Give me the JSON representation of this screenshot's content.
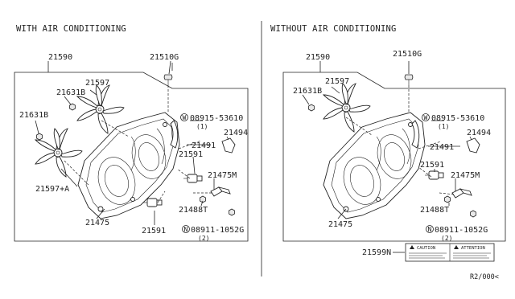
{
  "panels": {
    "left": {
      "heading": "WITH AIR CONDITIONING",
      "labels": {
        "p21590": "21590",
        "p21510G": "21510G",
        "p21597": "21597",
        "p21631B_a": "21631B",
        "p21631B_b": "21631B",
        "p08915": "08915-53610",
        "p08915_qty": "(1)",
        "p21491": "21491",
        "p21494": "21494",
        "p21591_a": "21591",
        "p21475M": "21475M",
        "p21597A": "21597+A",
        "p21488T": "21488T",
        "p21475": "21475",
        "p21591_b": "21591",
        "p08911": "08911-1052G",
        "p08911_qty": "(2)"
      }
    },
    "right": {
      "heading": "WITHOUT AIR CONDITIONING",
      "labels": {
        "p21590": "21590",
        "p21510G": "21510G",
        "p21597": "21597",
        "p21631B": "21631B",
        "p08915": "08915-53610",
        "p08915_qty": "(1)",
        "p21494": "21494",
        "p21491": "21491",
        "p21591": "21591",
        "p21475M": "21475M",
        "p21488T": "21488T",
        "p21475": "21475",
        "p08911": "08911-1052G",
        "p08911_qty": "(2)",
        "p21599N": "21599N",
        "caution": "CAUTION",
        "caution_warn": "ATTENTION"
      }
    }
  },
  "footer_code": "R2/000<"
}
